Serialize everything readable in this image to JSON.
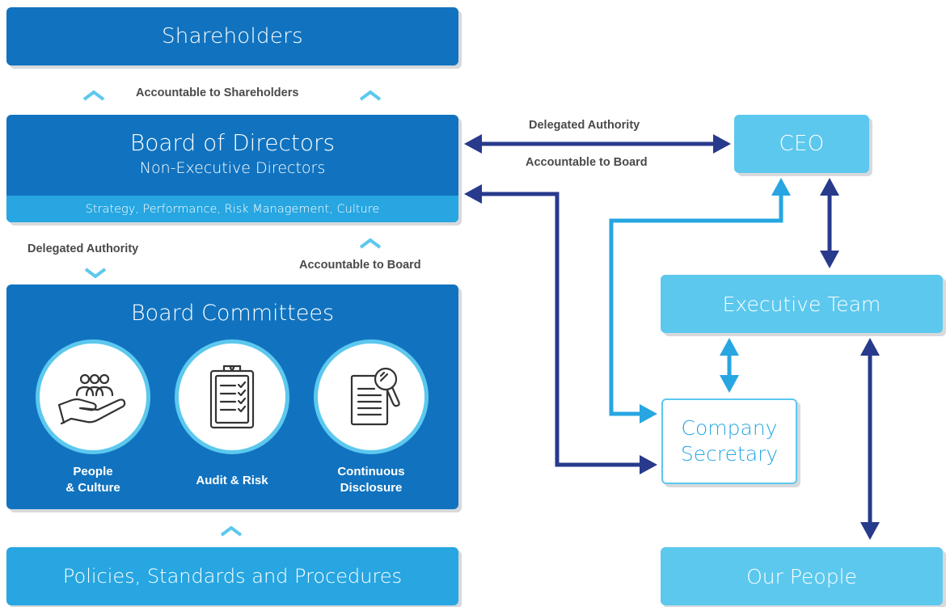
{
  "shareholders": "Shareholders",
  "accountable_to_shareholders": "Accountable to Shareholders",
  "board": {
    "title": "Board of Directors",
    "subtitle": "Non-Executive Directors",
    "strip": "Strategy, Performance, Risk Management, Culture"
  },
  "delegated_authority_left": "Delegated Authority",
  "accountable_to_board_left": "Accountable to Board",
  "committees": {
    "title": "Board Committees",
    "items": [
      {
        "line1": "People",
        "line2": "& Culture",
        "icon": "hand-people-icon"
      },
      {
        "line1": "Audit & Risk",
        "line2": "",
        "icon": "clipboard-checklist-icon"
      },
      {
        "line1": "Continuous",
        "line2": "Disclosure",
        "icon": "document-magnifier-icon"
      }
    ]
  },
  "policies": "Policies, Standards and Procedures",
  "ceo": "CEO",
  "delegated_authority_right": "Delegated Authority",
  "accountable_to_board_right": "Accountable to Board",
  "executive_team": "Executive Team",
  "company_secretary": {
    "line1": "Company",
    "line2": "Secretary"
  },
  "our_people": "Our People",
  "colors": {
    "dark_blue": "#1173bf",
    "mid_blue": "#27a6e1",
    "light_blue": "#5cc8ee",
    "navy_arrow": "#283a8c",
    "label_gray": "#4a4a4a"
  }
}
